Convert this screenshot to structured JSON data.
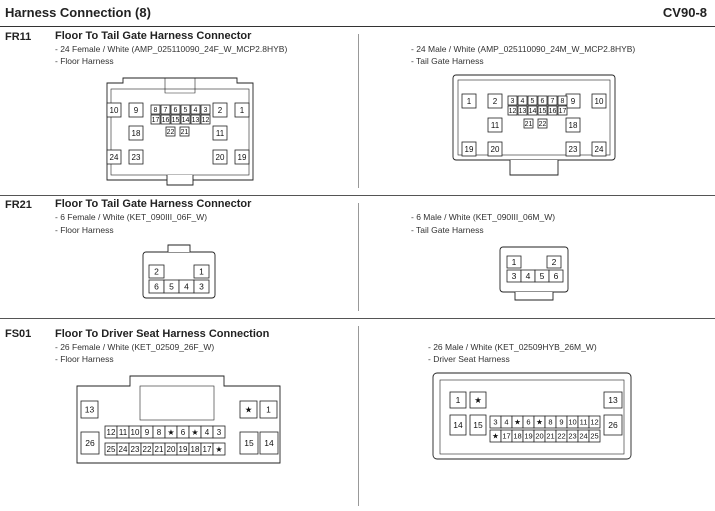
{
  "header": {
    "title": "Harness Connection (8)",
    "code": "CV90-8"
  },
  "sections": [
    {
      "id": "FR11",
      "title": "Floor To Tail Gate Harness Connector",
      "left": {
        "spec": "- 24 Female / White (AMP_025110090_24F_W_MCP2.8HYB)",
        "harness": "- Floor Harness"
      },
      "right": {
        "spec": "- 24 Male / White (AMP_025110090_24M_W_MCP2.8HYB)",
        "harness": "- Tail Gate Harness"
      }
    },
    {
      "id": "FR21",
      "title": "Floor To Tail Gate Harness Connector",
      "left": {
        "spec": "- 6 Female / White (KET_090III_06F_W)",
        "harness": "- Floor Harness"
      },
      "right": {
        "spec": "- 6 Male / White (KET_090III_06M_W)",
        "harness": "- Tail Gate Harness"
      }
    },
    {
      "id": "FS01",
      "title": "Floor To Driver Seat Harness Connection",
      "left": {
        "spec": "- 26 Female / White (KET_02509_26F_W)",
        "harness": "- Floor Harness"
      },
      "right": {
        "spec": "- 26 Male / White (KET_02509HYB_26M_W)",
        "harness": "- Driver Seat Harness"
      }
    }
  ],
  "connectors": {
    "fr11_female": {
      "large_top": [
        "10",
        "9",
        "2",
        "1"
      ],
      "small_top": [
        "8",
        "7",
        "6",
        "5",
        "4",
        "3"
      ],
      "small_mid": [
        "17",
        "16",
        "15",
        "14",
        "13",
        "12"
      ],
      "small_low": [
        "22",
        "21"
      ],
      "mid_left": "18",
      "mid_right": "11",
      "bottom": [
        "24",
        "23",
        "20",
        "19"
      ]
    },
    "fr11_male": {
      "large_top": [
        "1",
        "2",
        "9",
        "10"
      ],
      "small_top": [
        "3",
        "4",
        "5",
        "6",
        "7",
        "8"
      ],
      "small_mid": [
        "12",
        "13",
        "14",
        "15",
        "16",
        "17"
      ],
      "small_low": [
        "21",
        "22"
      ],
      "mid_left": "11",
      "mid_right": "18",
      "bottom": [
        "19",
        "20",
        "23",
        "24"
      ]
    },
    "fr21_female": {
      "top": [
        "2",
        "1"
      ],
      "bottom": [
        "6",
        "5",
        "4",
        "3"
      ]
    },
    "fr21_male": {
      "top": [
        "1",
        "2"
      ],
      "bottom": [
        "3",
        "4",
        "5",
        "6"
      ]
    },
    "fs01_female": {
      "top_left": "13",
      "top_right": [
        "★",
        "1"
      ],
      "row1": [
        "12",
        "11",
        "10",
        "9",
        "8",
        "★",
        "6",
        "★",
        "4",
        "3"
      ],
      "row2": [
        "25",
        "24",
        "23",
        "22",
        "21",
        "20",
        "19",
        "18",
        "17",
        "★"
      ],
      "side_left": "26",
      "side_right": [
        "15",
        "14"
      ]
    },
    "fs01_male": {
      "top_left": [
        "1",
        "★"
      ],
      "top_right": "13",
      "row1": [
        "3",
        "4",
        "★",
        "6",
        "★",
        "8",
        "9",
        "10",
        "11",
        "12"
      ],
      "row2": [
        "★",
        "17",
        "18",
        "19",
        "20",
        "21",
        "22",
        "23",
        "24",
        "25"
      ],
      "side_left": [
        "14",
        "15"
      ],
      "side_right": "26"
    }
  }
}
